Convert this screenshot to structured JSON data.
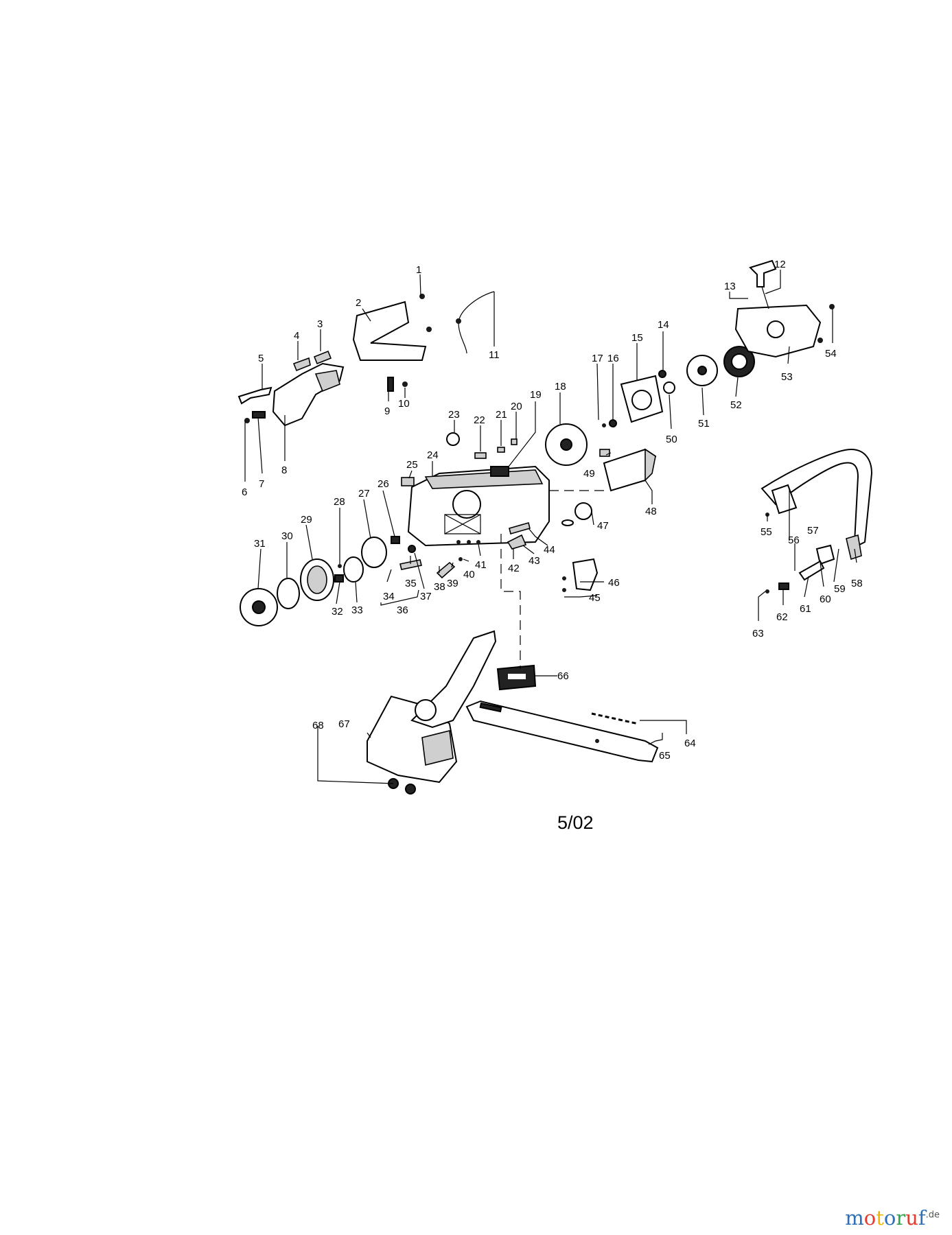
{
  "diagram": {
    "date_code": "5/02",
    "watermark": {
      "text": "motoruf",
      "suffix": ".de",
      "letter_colors": [
        "#2d6fb8",
        "#e33b2e",
        "#f4b400",
        "#2d6fb8",
        "#2aa54a",
        "#e33b2e",
        "#2d6fb8"
      ]
    },
    "part_numbers": [
      "1",
      "2",
      "3",
      "4",
      "5",
      "6",
      "7",
      "8",
      "9",
      "10",
      "11",
      "12",
      "13",
      "14",
      "15",
      "16",
      "17",
      "18",
      "19",
      "20",
      "21",
      "22",
      "23",
      "24",
      "25",
      "26",
      "27",
      "28",
      "29",
      "30",
      "31",
      "32",
      "33",
      "34",
      "35",
      "36",
      "37",
      "38",
      "39",
      "40",
      "41",
      "42",
      "43",
      "44",
      "45",
      "46",
      "47",
      "48",
      "49",
      "50",
      "51",
      "52",
      "53",
      "54",
      "55",
      "56",
      "57",
      "58",
      "59",
      "60",
      "61",
      "62",
      "63",
      "64",
      "65",
      "66",
      "67",
      "68"
    ]
  }
}
